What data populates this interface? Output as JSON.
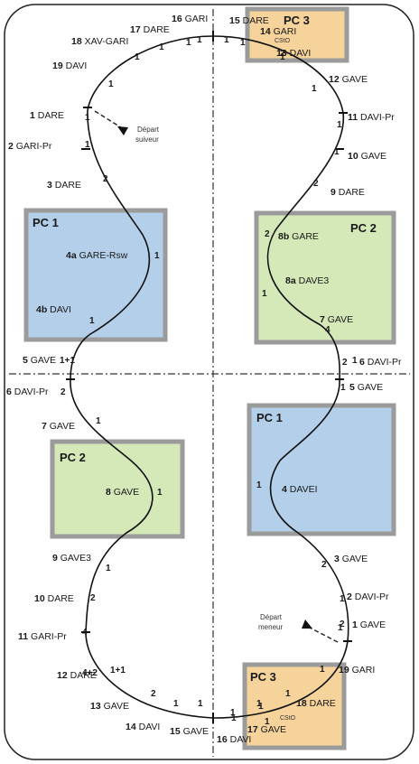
{
  "pc_boxes": [
    {
      "id": "pc3_top",
      "label": "PC 3",
      "color": "#f6d39b"
    },
    {
      "id": "pc1_left",
      "label": "PC 1",
      "color": "#b3cfe9"
    },
    {
      "id": "pc2_right",
      "label": "PC 2",
      "color": "#d5e8b8"
    },
    {
      "id": "pc2_left",
      "label": "PC 2",
      "color": "#d5e8b8"
    },
    {
      "id": "pc1_right",
      "label": "PC 1",
      "color": "#b3cfe9"
    },
    {
      "id": "pc3_bottom",
      "label": "PC 3",
      "color": "#f6d39b"
    }
  ],
  "stations": [
    {
      "num": "16",
      "name": "GARI"
    },
    {
      "num": "15",
      "name": "DARE"
    },
    {
      "num": "17",
      "name": "DARE"
    },
    {
      "num": "18",
      "name": "XAV-GARI"
    },
    {
      "num": "14",
      "name": "GARI"
    },
    {
      "num": "13",
      "name": "DAVI"
    },
    {
      "num": "19",
      "name": "DAVI"
    },
    {
      "num": "12",
      "name": "GAVE"
    },
    {
      "num": "1",
      "name": "DARE"
    },
    {
      "num": "11",
      "name": "DAVI-Pr"
    },
    {
      "num": "2",
      "name": "GARI-Pr"
    },
    {
      "num": "10",
      "name": "GAVE"
    },
    {
      "num": "3",
      "name": "DARE"
    },
    {
      "num": "9",
      "name": "DARE"
    },
    {
      "num": "8b",
      "name": "GARE"
    },
    {
      "num": "4a",
      "name": "GARE-Rsw"
    },
    {
      "num": "8a",
      "name": "DAVE3"
    },
    {
      "num": "4b",
      "name": "DAVI"
    },
    {
      "num": "7",
      "name": "GAVE"
    },
    {
      "num": "5",
      "name": "GAVE"
    },
    {
      "num": "6",
      "name": "DAVI-Pr"
    },
    {
      "num": "6",
      "name": "DAVI-Pr"
    },
    {
      "num": "5",
      "name": "GAVE"
    },
    {
      "num": "7",
      "name": "GAVE"
    },
    {
      "num": "8",
      "name": "GAVE"
    },
    {
      "num": "4",
      "name": "DAVEI"
    },
    {
      "num": "9",
      "name": "GAVE3"
    },
    {
      "num": "3",
      "name": "GAVE"
    },
    {
      "num": "10",
      "name": "DARE"
    },
    {
      "num": "2",
      "name": "DAVI-Pr"
    },
    {
      "num": "11",
      "name": "GARI-Pr"
    },
    {
      "num": "1",
      "name": "GAVE"
    },
    {
      "num": "12",
      "name": "DARE"
    },
    {
      "num": "19",
      "name": "GARI"
    },
    {
      "num": "13",
      "name": "GAVE"
    },
    {
      "num": "18",
      "name": "DARE"
    },
    {
      "num": "14",
      "name": "DAVI"
    },
    {
      "num": "15",
      "name": "GAVE"
    },
    {
      "num": "17",
      "name": "GAVE"
    },
    {
      "num": "16",
      "name": "DAVI"
    }
  ],
  "segment_counts": [
    "1",
    "1",
    "1",
    "1",
    "1",
    "1",
    "2",
    "1",
    "1",
    "1",
    "2",
    "1",
    "1",
    "2",
    "2",
    "1",
    "1",
    "1",
    "4",
    "1+1",
    "2",
    "2",
    "1",
    "1",
    "1",
    "1",
    "1",
    "2",
    "4",
    "4+2",
    "1+1",
    "2",
    "1",
    "1",
    "1",
    "1",
    "1",
    "2",
    "1",
    "2",
    "1",
    "1",
    "1",
    "1",
    "1",
    "1",
    "1",
    "1"
  ],
  "cstc_label": "CStO",
  "annotations": {
    "depart_suiveur": [
      "Départ",
      "suiveur"
    ],
    "depart_meneur": [
      "Départ",
      "meneur"
    ]
  }
}
